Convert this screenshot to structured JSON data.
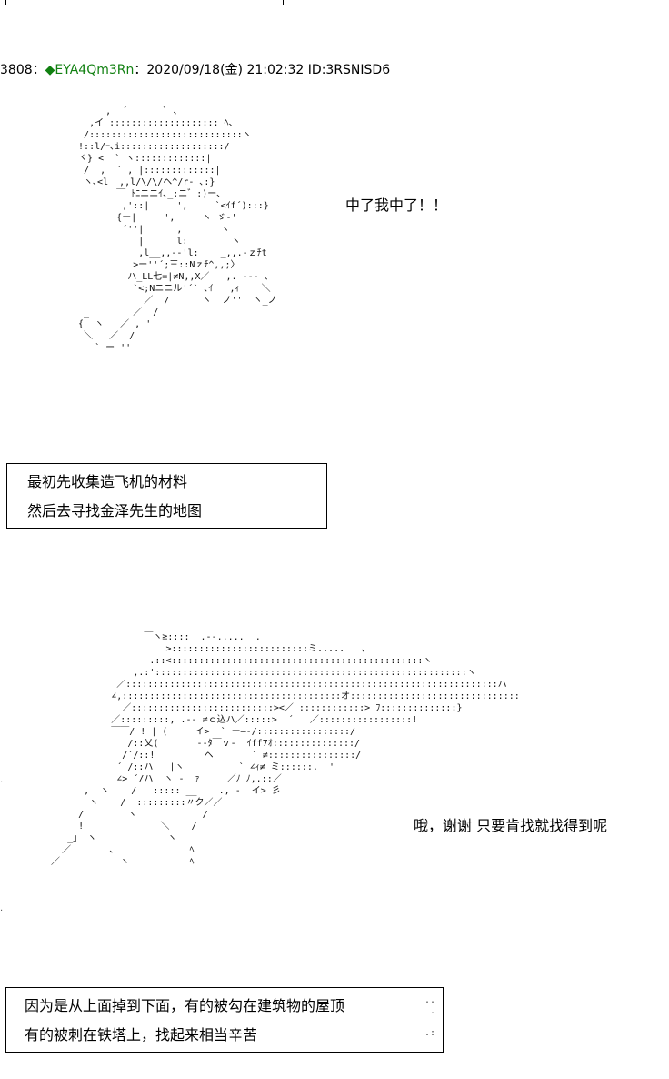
{
  "post": {
    "number_fragment": "3808",
    "separator": "：",
    "diamond": "◆",
    "trip": "EYA4Qm3Rn",
    "datetime": "：2020/09/18(金) 21:02:32 ID:3RSNISD6"
  },
  "panel1": {
    "speech": "中了我中了！！",
    "caption_lines": [
      "最初先收集造飞机的材料",
      "然后去寻找金泽先生的地图"
    ]
  },
  "panel2": {
    "speech": "哦，谢谢  只要肯找就找得到呢",
    "caption_lines": [
      "因为是从上面掉到下面，有的被勾在建筑物的屋顶",
      "有的被刺在铁塔上，找起来相当辛苦"
    ]
  },
  "art": {
    "figure1": "       ,  ´  ￣￣ ` 、\n    ,イ :::::::::::::::::::: ﾍ、\n   /::::::::::::::::::::::::::::ヽ\n  !::l/ｰ､i:::::::::::::::::::/\n  ヾ} <  ` ヽ:::::::::::::|\n   /  ,  ´ , |:::::::::::::|\n   ヽ､<l__,,l/\\/\\/ヘ^/r‐ ､:}\n         ￣ ﾄﾆニニｲ､_:ニ゛:)ー､\n          ,'::|     ',     `<ｲf´):::}\n         {ー|     ',     ヽ ゞ‐'\n          ´''|      ,       ヽ\n             |      l:        ヽ\n             ,l__,,-‐'l:    _,,.-ｚﾁt\n            >ー''´;三::Nｚﾁ^,,;〉\n           ハ_LL七=|≠N,,X／   ,. -‐- 、\n            `<;Nニニル'´` ､ｲ   ,ｨ    ＼\n              ／  /      ヽ  ノ''  ヽ_ノ\n   _        ／  /\n  {  ヽ   ／ , '\n   ＼   ／  /\n     ` ー ''",
    "figure2": "                   ￣ヽ≧::::  .-‐.....  .\n                       >:::::::::::::::::::::::::ミ.....   、\n                    .::<::::::::::::::::::::::::::::::::::::::::::::::ヽ\n                 ,.:':::::::::::::::::::::::::::::::::::::::::::::::::::::::::ヽ\n              ／::::::::::::::::::::::::::::::::::::::::::::::::::::::::::::::::::::ハ\n             ∠,::::::::::::::::::::::::::::::::::::::::オ:::::::::::::::::::::::::::::::\n               ／::::::::::::::::::::::::::><／ ::::::::::::> ﾌ::::::::::::::}\n             ／:::::::::, .-‐ ≠ｃ込ハ／:::::>  ´   ／:::::::::::::::::!\n             ￣￣/ ! | (     イ>  ` ー―‐/:::::::::::::::::/\n                /::乂(       ‐‐ﾀ￣ｖ-  ｲff7ｵ:::::::::::::::/\n               /´/::!         ヘ       ` ≠::::::::::::::::/\n              ´ /::ハ   |ヽ          ` ∠ｨ≠ ミ::::::.  '\n              ∠> ´/ハ  ヽ ‐  ｧ     ／ﾉ ﾉ,.::／\n        ,  ヽ    /   ::::: __    ., -  イ> 彡\n         ヽ    /  :::::::::〃ク／／\n       /        ヽ            /\n       !              ＼    /\n     _」 ヽ             ヽ\n    ／       、             ﾍ\n  ／           ヽ           ﾍ"
  }
}
